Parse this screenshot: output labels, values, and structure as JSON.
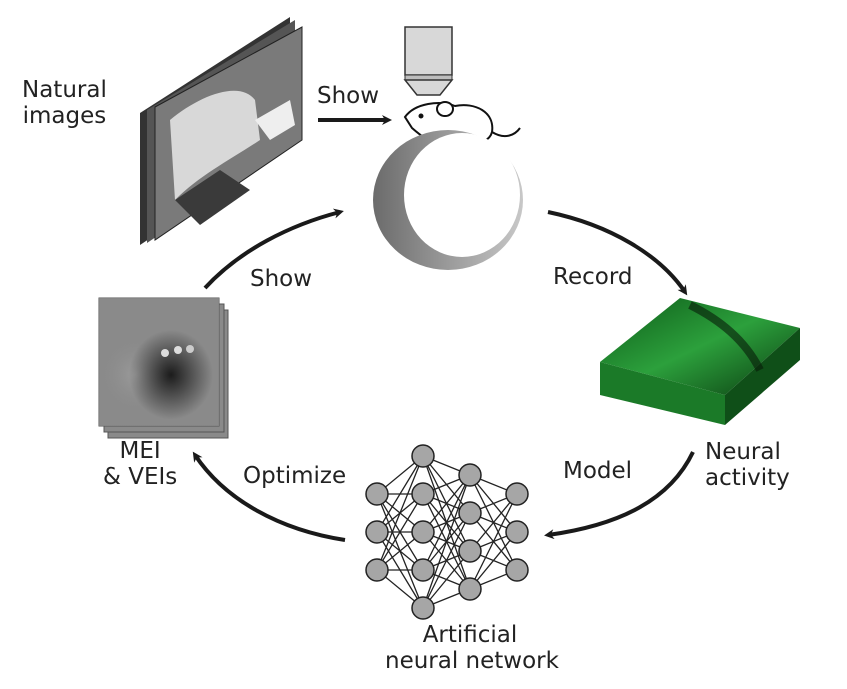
{
  "labels": {
    "natural_images": [
      "Natural",
      "images"
    ],
    "show_top": "Show",
    "show_left": "Show",
    "record": "Record",
    "neural_activity": [
      "Neural",
      "activity"
    ],
    "model": "Model",
    "optimize": "Optimize",
    "mei": [
      "MEI",
      "& VEIs"
    ],
    "ann": [
      "Artificial",
      "neural network"
    ]
  },
  "colors": {
    "text": "#222222",
    "arrow": "#1a1a1a",
    "node_fill": "#a6a6a6",
    "neural_green": "#1f8a2e"
  },
  "network": {
    "layers": [
      3,
      5,
      4,
      3
    ]
  }
}
